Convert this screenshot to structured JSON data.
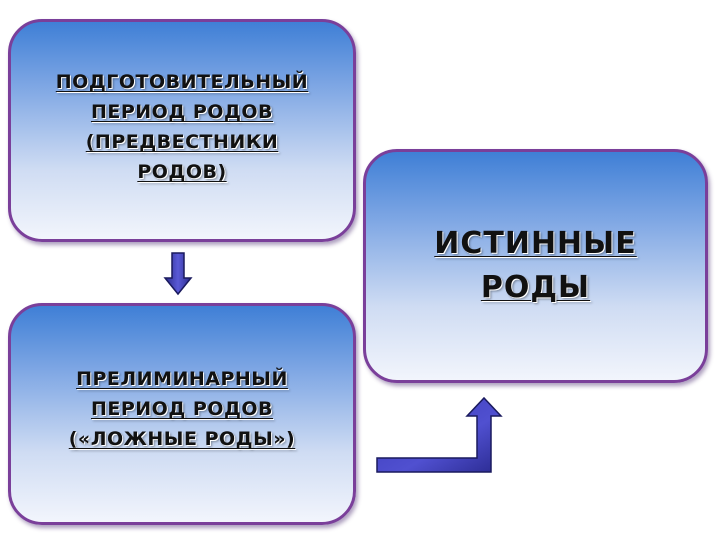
{
  "diagram": {
    "stage_preparatory": {
      "lines": [
        "ПОДГОТОВИТЕЛЬНЫЙ",
        "ПЕРИОД РОДОВ",
        "(ПРЕДВЕСТНИКИ",
        "РОДОВ)"
      ]
    },
    "stage_preliminary": {
      "lines": [
        "ПРЕЛИМИНАРНЫЙ",
        "ПЕРИОД РОДОВ",
        "(«ЛОЖНЫЕ РОДЫ»)"
      ]
    },
    "stage_true_labor": {
      "lines": [
        "ИСТИННЫЕ",
        "РОДЫ"
      ]
    },
    "colors": {
      "box_border": "#7a3f9a",
      "box_fill_top": "#3f7fd6",
      "box_fill_bottom": "#f2f5fc",
      "arrow_fill": "#3b3ab0",
      "arrow_outline": "#1a1a5e"
    }
  }
}
